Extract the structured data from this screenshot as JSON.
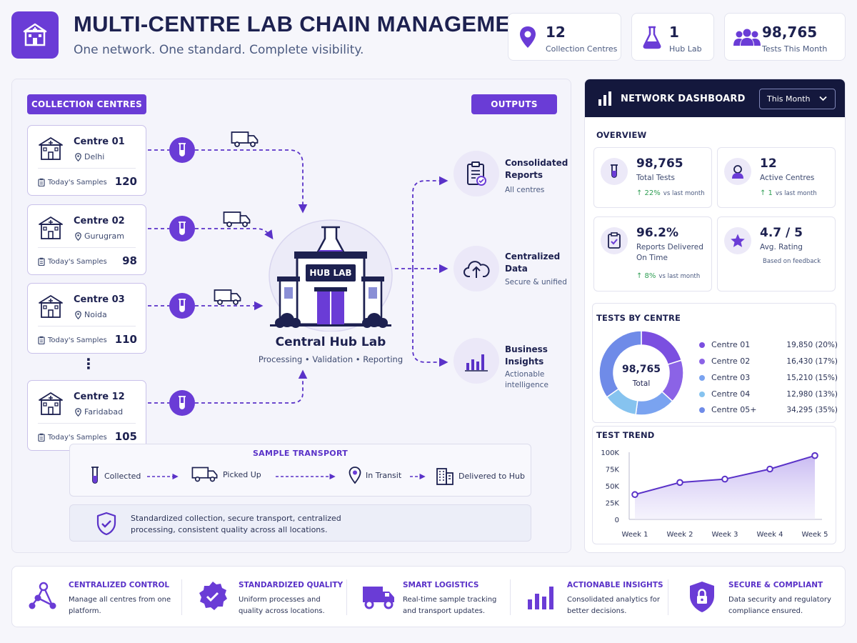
{
  "header": {
    "title": "MULTI-CENTRE LAB CHAIN MANAGEMENT",
    "subtitle": "One network. One standard. Complete visibility.",
    "kpis": [
      {
        "value": "12",
        "label": "Collection Centres",
        "icon": "map-pin-icon"
      },
      {
        "value": "1",
        "label": "Hub Lab",
        "icon": "flask-icon"
      },
      {
        "value": "98,765",
        "label": "Tests This Month",
        "icon": "users-icon"
      }
    ]
  },
  "network": {
    "collection_label": "COLLECTION CENTRES",
    "outputs_label": "OUTPUTS",
    "today_label": "Today's Samples",
    "ellipsis": "⋮",
    "centres": [
      {
        "name": "Centre 01",
        "location": "Delhi",
        "samples": "120"
      },
      {
        "name": "Centre 02",
        "location": "Gurugram",
        "samples": "98"
      },
      {
        "name": "Centre 03",
        "location": "Noida",
        "samples": "110"
      },
      {
        "name": "Centre 12",
        "location": "Faridabad",
        "samples": "105"
      }
    ],
    "hub": {
      "badge": "HUB LAB",
      "name": "Central Hub Lab",
      "subtitle": "Processing • Validation • Reporting"
    },
    "outputs": [
      {
        "title": "Consolidated Reports",
        "subtitle": "All centres",
        "icon": "clipboard-icon"
      },
      {
        "title": "Centralized Data",
        "subtitle": "Secure & unified",
        "icon": "cloud-upload-icon"
      },
      {
        "title": "Business Insights",
        "subtitle": "Actionable intelligence",
        "icon": "bar-chart-icon"
      }
    ],
    "transport": {
      "title": "SAMPLE TRANSPORT",
      "steps": [
        "Collected",
        "Picked Up",
        "In Transit",
        "Delivered to Hub"
      ]
    },
    "standard_text": "Standardized collection, secure transport, centralized processing, consistent quality across all locations."
  },
  "dashboard": {
    "title": "NETWORK DASHBOARD",
    "period": "This Month",
    "overview_label": "OVERVIEW",
    "cards": [
      {
        "value": "98,765",
        "label": "Total Tests",
        "delta": "↑ 22%",
        "vs": "vs last month",
        "icon": "test-tube-icon"
      },
      {
        "value": "12",
        "label": "Active Centres",
        "delta": "↑ 1",
        "vs": "vs last month",
        "icon": "user-badge-icon"
      },
      {
        "value": "96.2%",
        "label": "Reports Delivered On Time",
        "delta": "↑ 8%",
        "vs": "vs last month",
        "icon": "clipboard-check-icon"
      },
      {
        "value": "4.7 / 5",
        "label": "Avg. Rating",
        "delta": "",
        "vs": "Based on feedback",
        "icon": "star-icon"
      }
    ],
    "tests_by_centre_label": "TESTS BY CENTRE",
    "donut_center_value": "98,765",
    "donut_center_label": "Total",
    "test_trend_label": "TEST TREND"
  },
  "chart_data": [
    {
      "type": "pie",
      "title": "TESTS BY CENTRE",
      "categories": [
        "Centre 01",
        "Centre 02",
        "Centre 03",
        "Centre 04",
        "Centre 05+"
      ],
      "values": [
        19850,
        16430,
        15210,
        12980,
        34295
      ],
      "labels": [
        "19,850 (20%)",
        "16,430 (17%)",
        "15,210 (15%)",
        "12,980 (13%)",
        "34,295 (35%)"
      ],
      "colors": [
        "#7b4fe0",
        "#8b63e6",
        "#7aa3f0",
        "#86c3ef",
        "#6f8be8"
      ]
    },
    {
      "type": "area",
      "title": "TEST TREND",
      "categories": [
        "Week 1",
        "Week 2",
        "Week 3",
        "Week 4",
        "Week 5"
      ],
      "values": [
        37000,
        55000,
        60000,
        75000,
        95000
      ],
      "ylim": [
        0,
        100000
      ],
      "yticks": [
        0,
        25000,
        50000,
        75000,
        100000
      ],
      "ytick_labels": [
        "0",
        "25K",
        "50K",
        "75K",
        "100K"
      ]
    }
  ],
  "features": [
    {
      "title": "CENTRALIZED CONTROL",
      "desc": "Manage all centres from one platform.",
      "icon": "network-nodes-icon"
    },
    {
      "title": "STANDARDIZED QUALITY",
      "desc": "Uniform processes and quality across locations.",
      "icon": "quality-badge-icon"
    },
    {
      "title": "SMART LOGISTICS",
      "desc": "Real-time sample tracking and transport updates.",
      "icon": "truck-icon"
    },
    {
      "title": "ACTIONABLE INSIGHTS",
      "desc": "Consolidated analytics for better decisions.",
      "icon": "bar-chart-icon"
    },
    {
      "title": "SECURE & COMPLIANT",
      "desc": "Data security and regulatory compliance ensured.",
      "icon": "shield-lock-icon"
    }
  ],
  "colors": {
    "accent": "#6a3cd6",
    "navy": "#14183d",
    "positive": "#2f9e54"
  }
}
